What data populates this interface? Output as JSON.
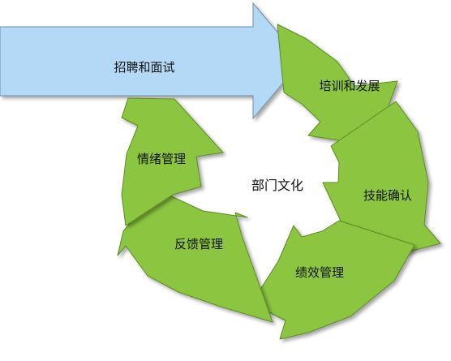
{
  "diagram": {
    "center": {
      "label": "部门文化"
    },
    "entry_arrow": {
      "label": "招聘和面试",
      "color": "#b3d9f7",
      "stroke": "#6f8fa8"
    },
    "cycle_color": "#8cc63f",
    "cycle_stroke": "#5f8a25",
    "stages": [
      {
        "label": "培训和发展"
      },
      {
        "label": "技能确认"
      },
      {
        "label": "绩效管理"
      },
      {
        "label": "反馈管理"
      },
      {
        "label": "情绪管理"
      }
    ]
  }
}
